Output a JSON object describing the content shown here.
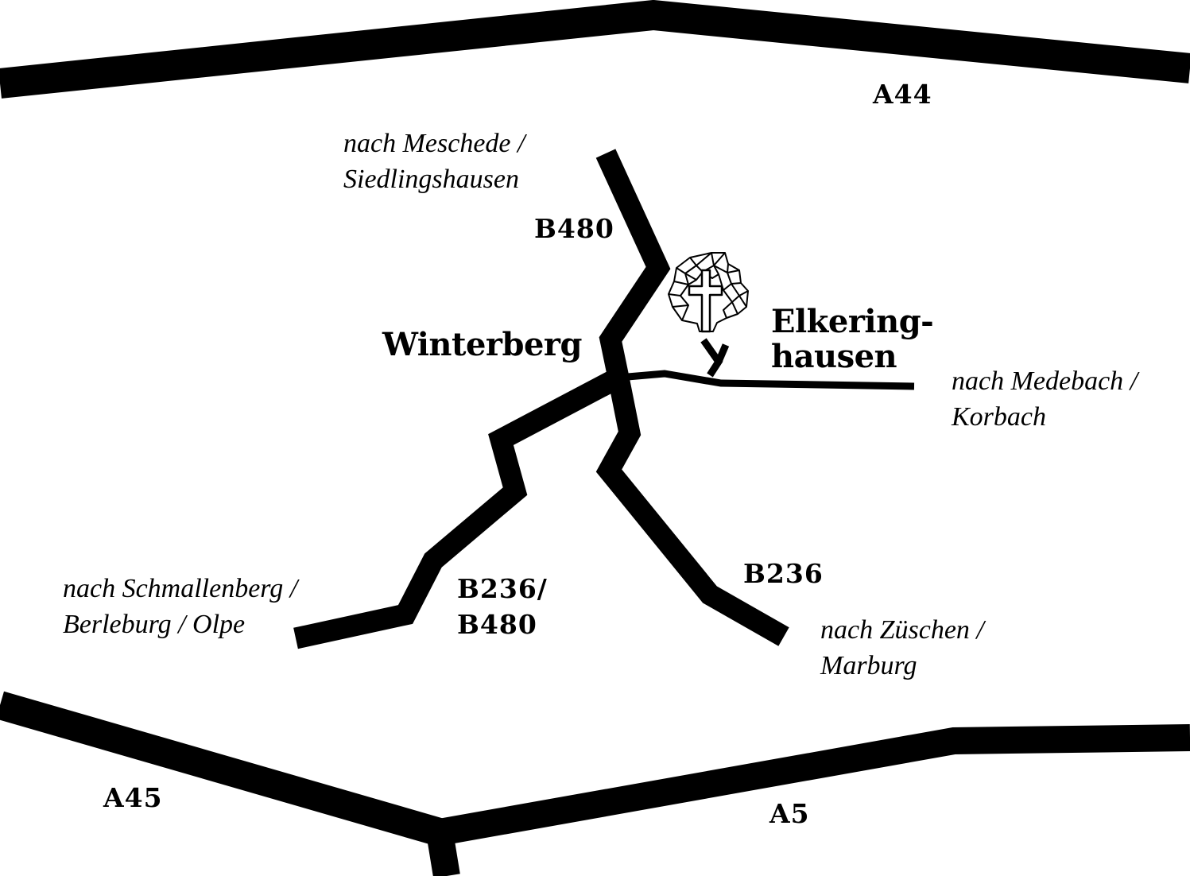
{
  "roads": {
    "a44": "A44",
    "a45": "A45",
    "a5": "A5",
    "b480": "B480",
    "b236": "B236",
    "b236_b480_line1": "B236/",
    "b236_b480_line2": "B480"
  },
  "places": {
    "winterberg": "Winterberg",
    "elkeringhausen_line1": "Elkering-",
    "elkeringhausen_line2": "hausen"
  },
  "directions": {
    "meschede_line1": "nach Meschede /",
    "meschede_line2": "Siedlingshausen",
    "medebach_line1": "nach Medebach /",
    "medebach_line2": "Korbach",
    "schmallenberg_line1": "nach Schmallenberg /",
    "schmallenberg_line2": "Berleburg / Olpe",
    "zueschen_line1": "nach Züschen /",
    "zueschen_line2": "Marburg"
  },
  "icons": {
    "destination": "tree-with-cross-icon"
  },
  "colors": {
    "road": "#000000",
    "background": "#ffffff"
  }
}
